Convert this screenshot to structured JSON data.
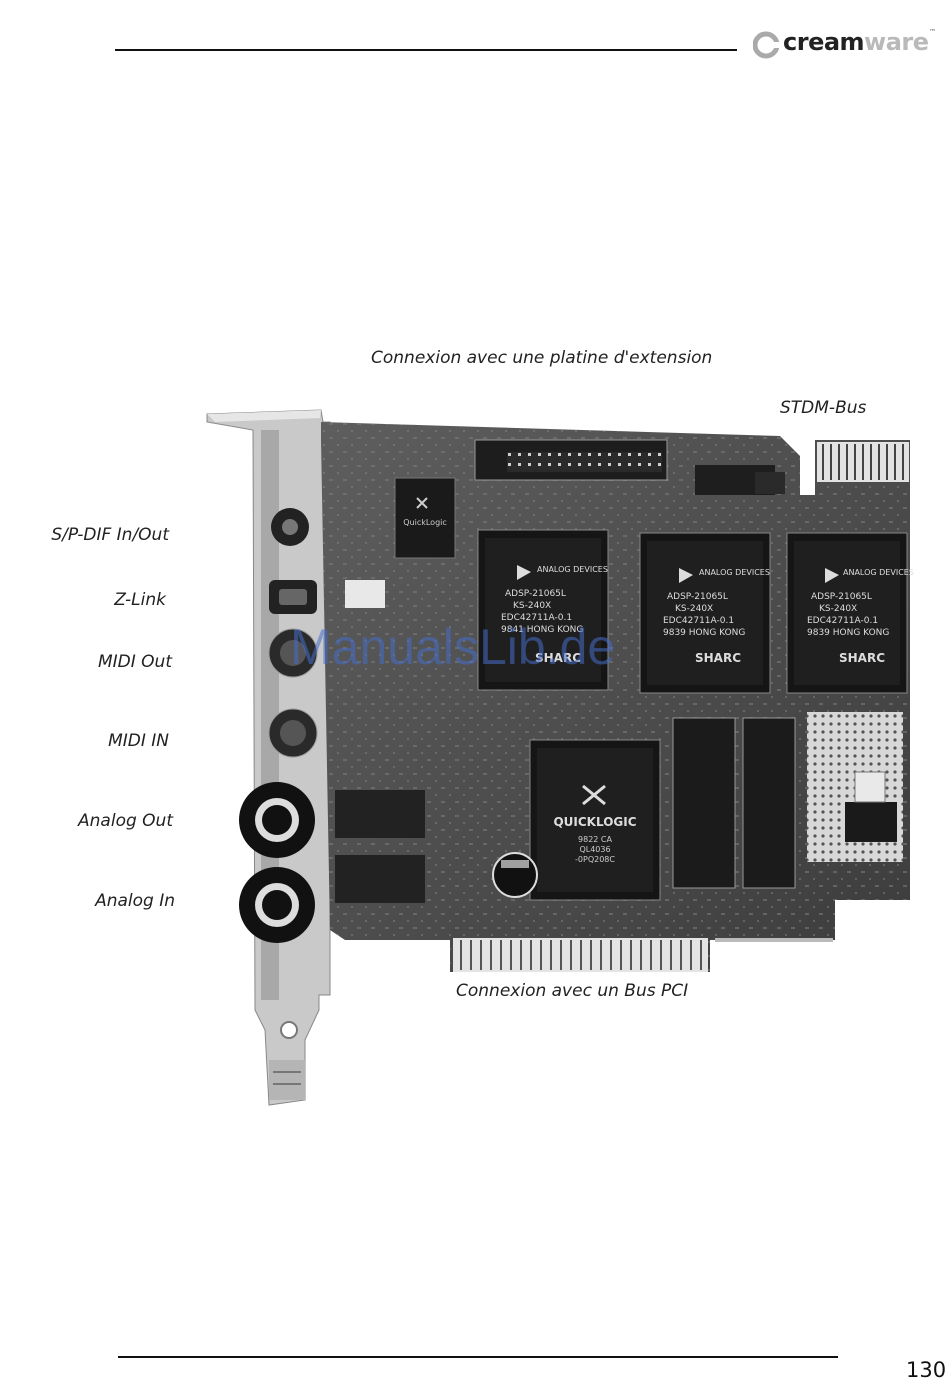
{
  "header": {
    "logo": {
      "strong": "cream",
      "light": "ware",
      "tm": "™"
    }
  },
  "figure": {
    "top_caption": "Connexion avec une platine d'extension",
    "stdm_label": "STDM-Bus",
    "bottom_caption": "Connexion avec un Bus PCI",
    "side_labels": [
      "S/P-DIF In/Out",
      "Z-Link",
      "MIDI Out",
      "MIDI IN",
      "Analog Out",
      "Analog In"
    ],
    "chip_labels": {
      "quicklogic_small": "QuickLogic",
      "dsp": [
        {
          "brand": "ANALOG DEVICES",
          "model": "ADSP-21065L",
          "ks": "KS-240X",
          "code": "EDC42711A-0.1",
          "origin": "9841 HONG KONG",
          "mark": "SHARC"
        },
        {
          "brand": "ANALOG DEVICES",
          "model": "ADSP-21065L",
          "ks": "KS-240X",
          "code": "EDC42711A-0.1",
          "origin": "9839 HONG KONG",
          "mark": "SHARC"
        },
        {
          "brand": "ANALOG DEVICES",
          "model": "ADSP-21065L",
          "ks": "KS-240X",
          "code": "EDC42711A-0.1",
          "origin": "9839 HONG KONG",
          "mark": "SHARC"
        }
      ],
      "quicklogic_large": {
        "brand": "QUICKLOGIC",
        "l1": "9822 CA",
        "l2": "QL4036",
        "l3": "-0PQ208C"
      }
    }
  },
  "watermark": "ManualsLib.de",
  "page_number": "130"
}
